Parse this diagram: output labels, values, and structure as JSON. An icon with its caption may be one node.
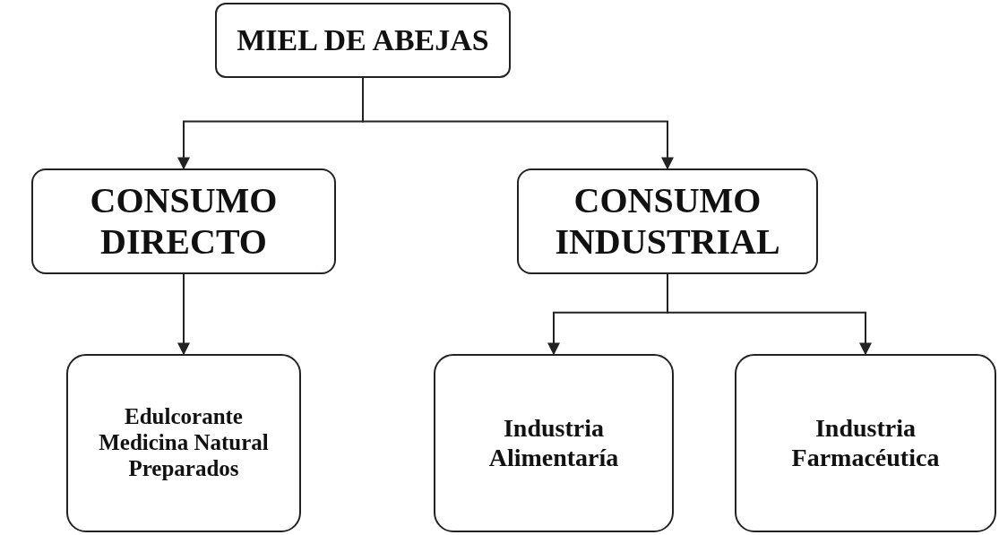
{
  "diagram": {
    "nodes": [
      {
        "text": [
          "MIEL DE ABEJAS"
        ]
      },
      {
        "text": [
          "CONSUMO DIRECTO"
        ]
      },
      {
        "text": [
          "CONSUMO INDUSTRIAL"
        ]
      },
      {
        "text": [
          "Edulcorante Medicina Natural Preparados"
        ]
      },
      {
        "text": [
          "Industria Alimentaría"
        ]
      },
      {
        "text": [
          "Industria Farmacéutica"
        ]
      }
    ],
    "edges": [
      {
        "from": 0,
        "to": 1,
        "arrow": "to"
      },
      {
        "from": 0,
        "to": 2,
        "arrow": "to"
      },
      {
        "from": 1,
        "to": 3,
        "arrow": "to"
      },
      {
        "from": 2,
        "to": 4,
        "arrow": "to"
      },
      {
        "from": 2,
        "to": 5,
        "arrow": "to"
      }
    ]
  }
}
